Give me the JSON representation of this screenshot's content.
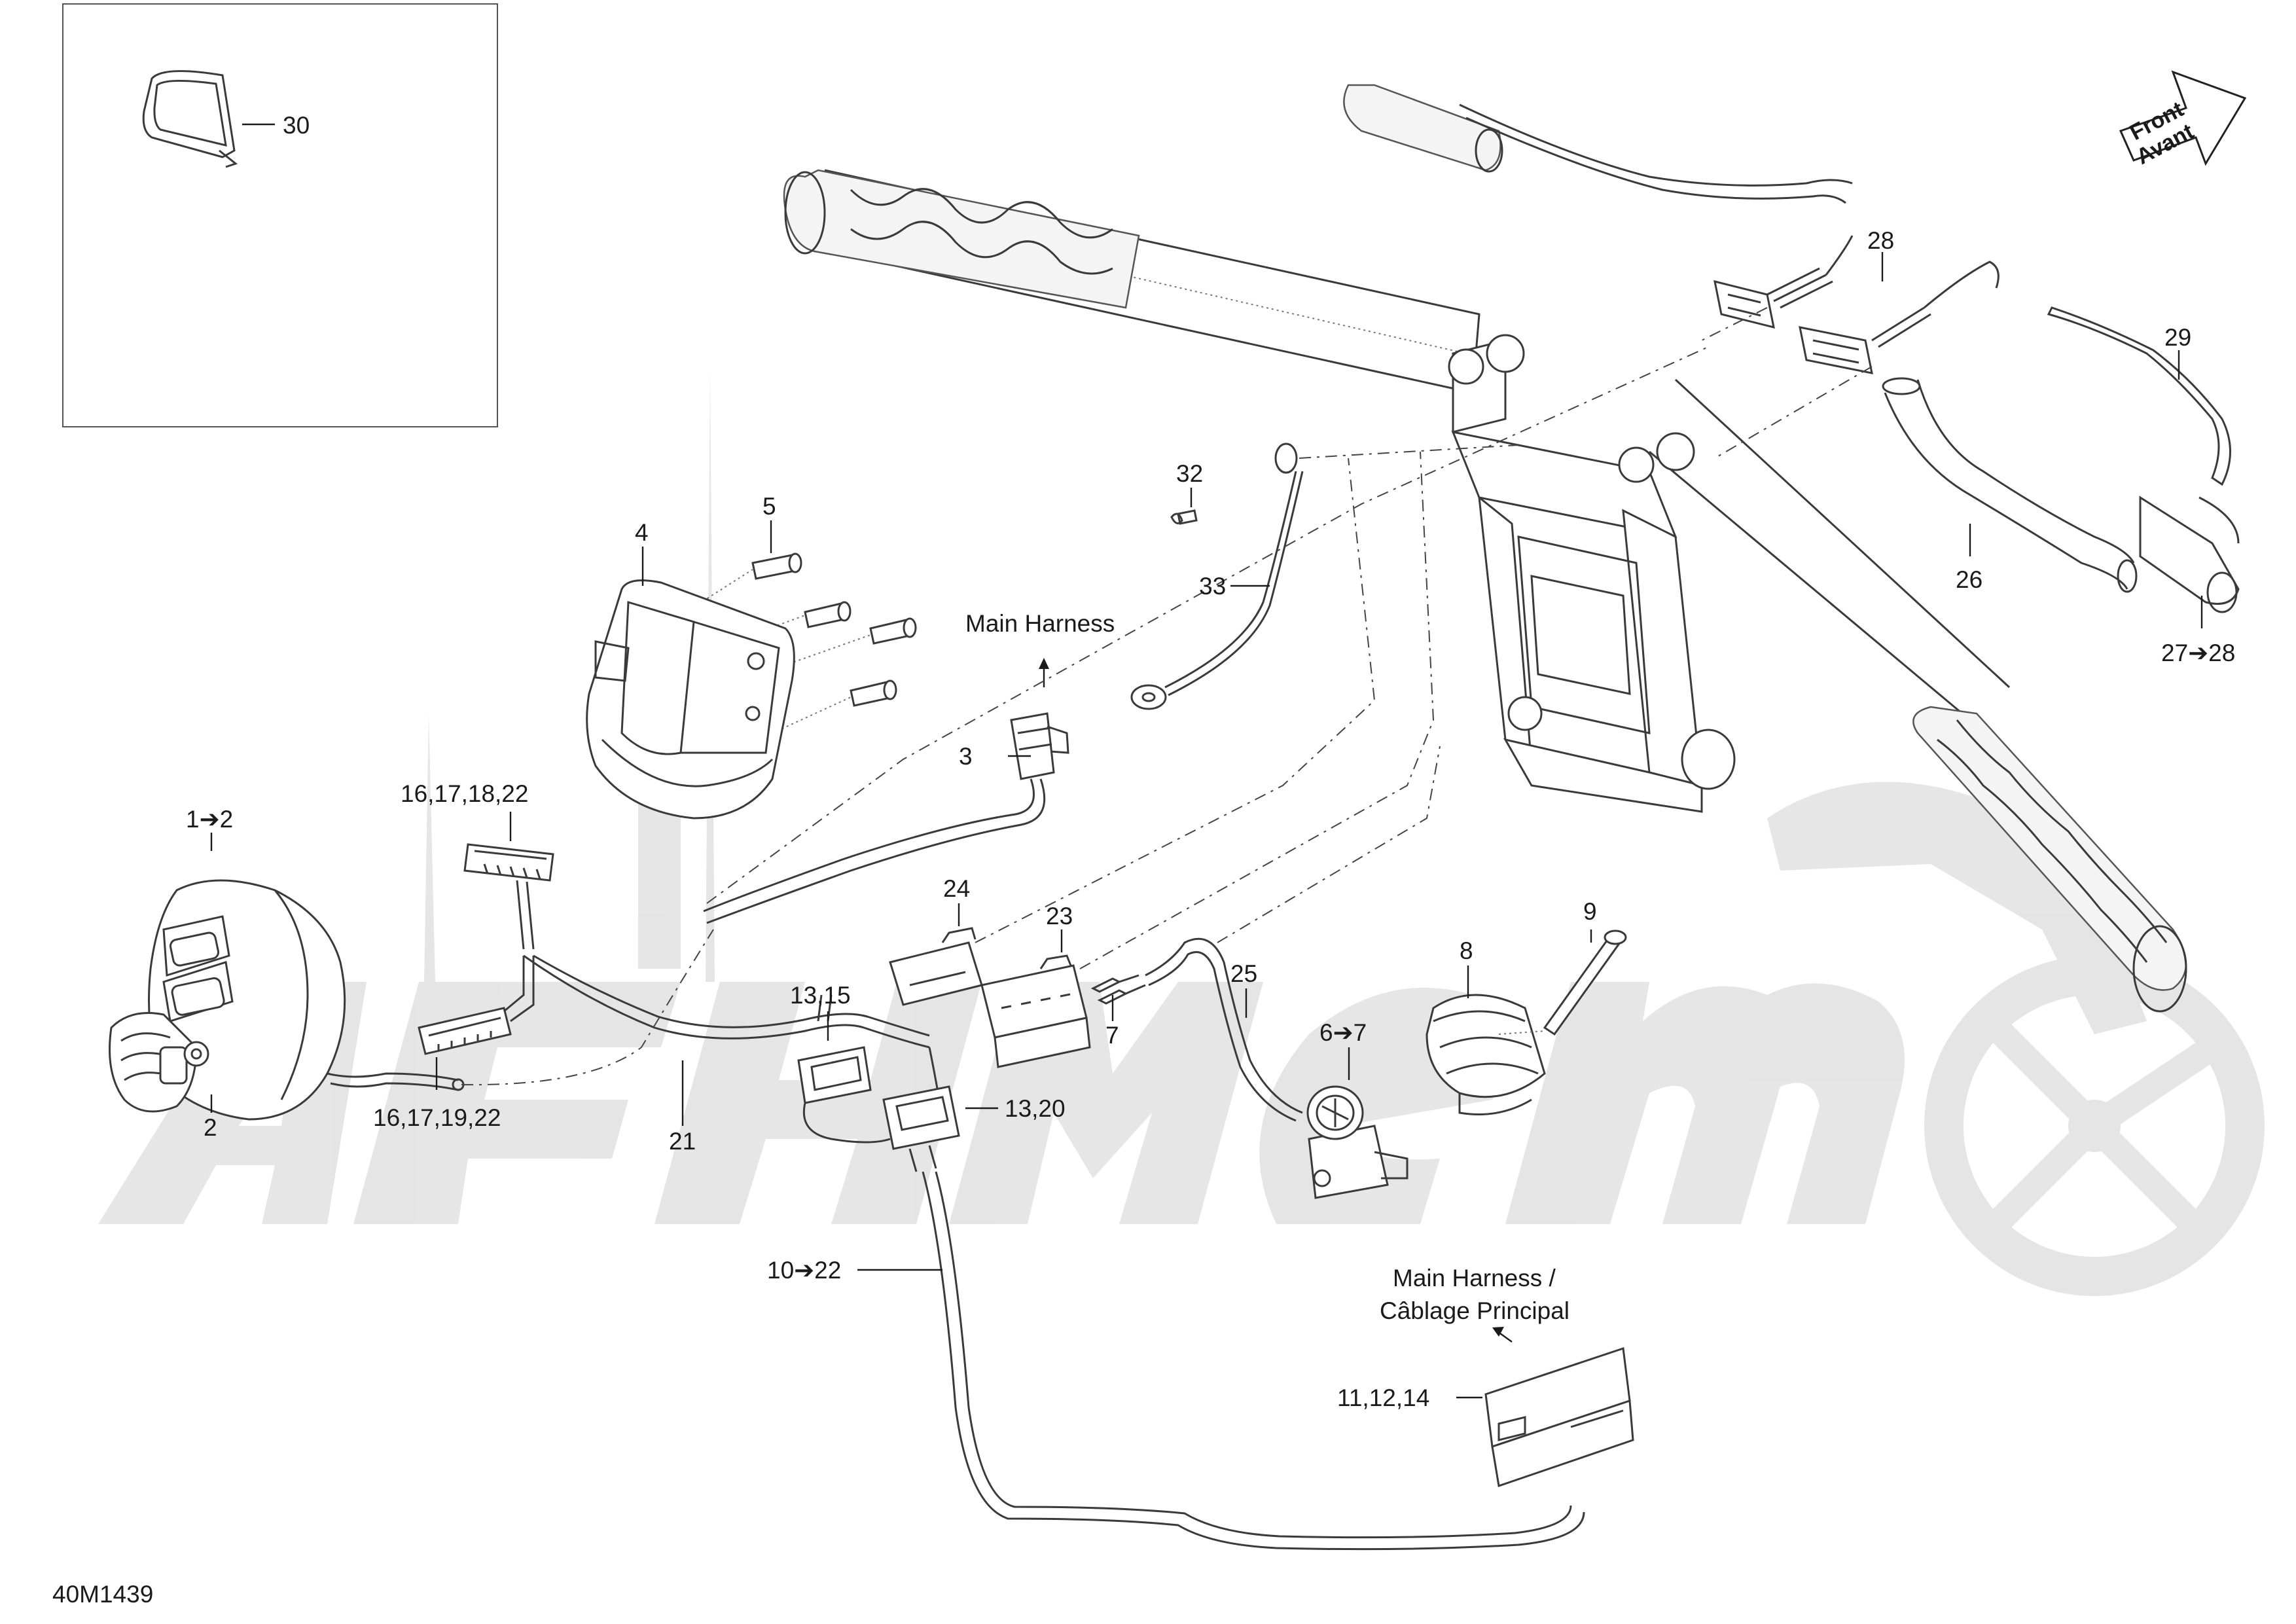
{
  "diagram": {
    "doc_id": "40M1439",
    "direction_arrow": {
      "line1": "Front",
      "line2": "Avant"
    },
    "harness_note_top": "Main Harness",
    "harness_note_bottom": {
      "line1": "Main Harness /",
      "line2": "Câblage Principal"
    },
    "callouts": [
      "30",
      "28",
      "29",
      "26",
      "27➔28",
      "32",
      "33",
      "5",
      "4",
      "3",
      "16,17,18,22",
      "1➔2",
      "2",
      "16,17,19,22",
      "21",
      "13,15",
      "13,20",
      "24",
      "23",
      "7",
      "25",
      "6➔7",
      "8",
      "9",
      "10➔22",
      "11,12,14"
    ]
  }
}
